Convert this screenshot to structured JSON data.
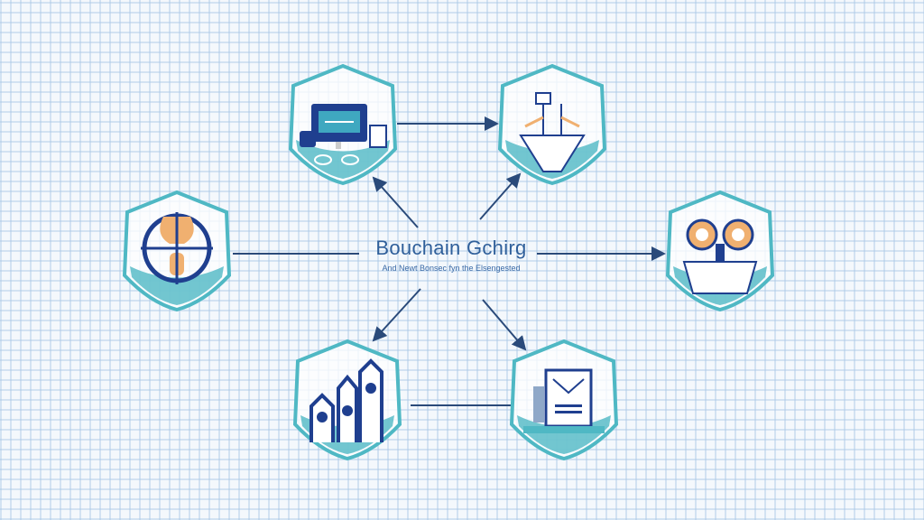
{
  "diagram": {
    "title": "Bouchain Gchirg",
    "subtitle": "And Newt Bonsec fyn the Elsengested",
    "colors": {
      "shield": "#4fb8c4",
      "navy": "#1f3f8f",
      "accent": "#f0b070",
      "line": "#2a4a7a"
    },
    "nodes": [
      {
        "id": "computer",
        "icon": "computer-icon"
      },
      {
        "id": "ship",
        "icon": "ship-icon"
      },
      {
        "id": "target",
        "icon": "target-icon"
      },
      {
        "id": "binoculars",
        "icon": "binoculars-icon"
      },
      {
        "id": "buildings",
        "icon": "buildings-icon"
      },
      {
        "id": "document",
        "icon": "document-icon"
      }
    ]
  }
}
